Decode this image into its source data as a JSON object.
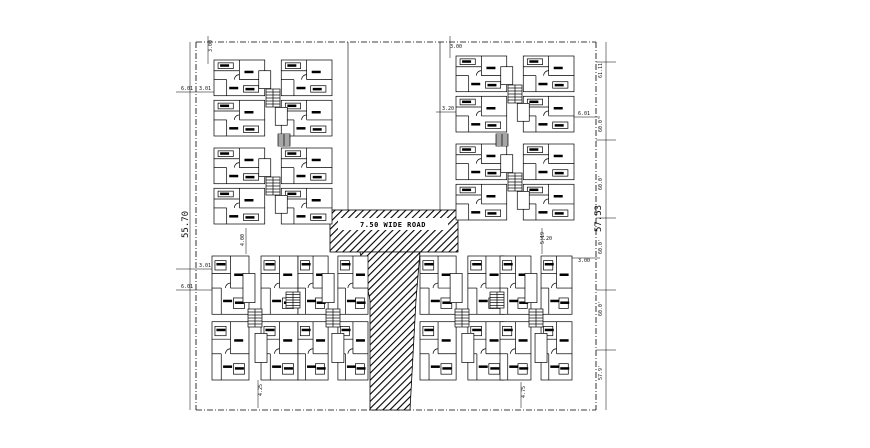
{
  "plan": {
    "road_label": "7.50 WIDE ROAD",
    "dims": {
      "overall_left": "55.70",
      "overall_right": "57.53",
      "top_left_setback": "3.00",
      "top_right_setback": "3.00",
      "left_off_1": "6.01",
      "left_off_1b": "3.01",
      "left_off_2": "3.01",
      "left_off_3": "6.01",
      "gap_left": "4.00",
      "gap_right": "5.19",
      "mid_right": "6.01",
      "mid_right_2": "3.00",
      "bottom_left": "4.25",
      "bottom_right": "4.75",
      "right_1": "61.11",
      "right_2": "60.0'",
      "right_3": "60.0'",
      "right_4": "60.0'",
      "right_5": "60.0'",
      "right_6": "57.9'",
      "right_top_small": "3.20",
      "right_mid_small": "3.20"
    }
  }
}
